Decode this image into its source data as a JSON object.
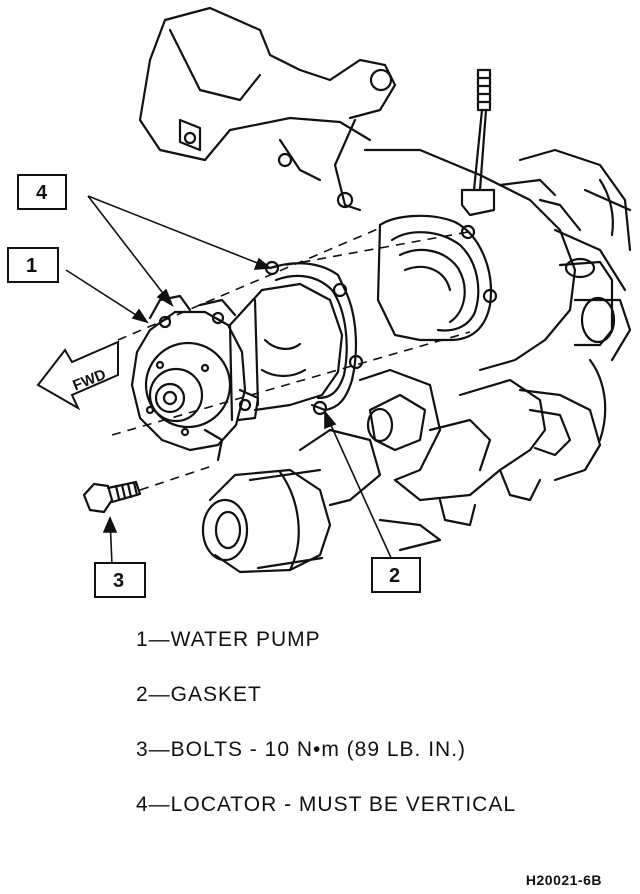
{
  "callouts": {
    "c1": "1",
    "c2": "2",
    "c3": "3",
    "c4": "4"
  },
  "direction_label": "FWD",
  "legend": [
    "1—WATER PUMP",
    "2—GASKET",
    "3—BOLTS - 10 N•m (89 LB. IN.)",
    "4—LOCATOR - MUST BE VERTICAL"
  ],
  "figure_id": "H20021-6B"
}
